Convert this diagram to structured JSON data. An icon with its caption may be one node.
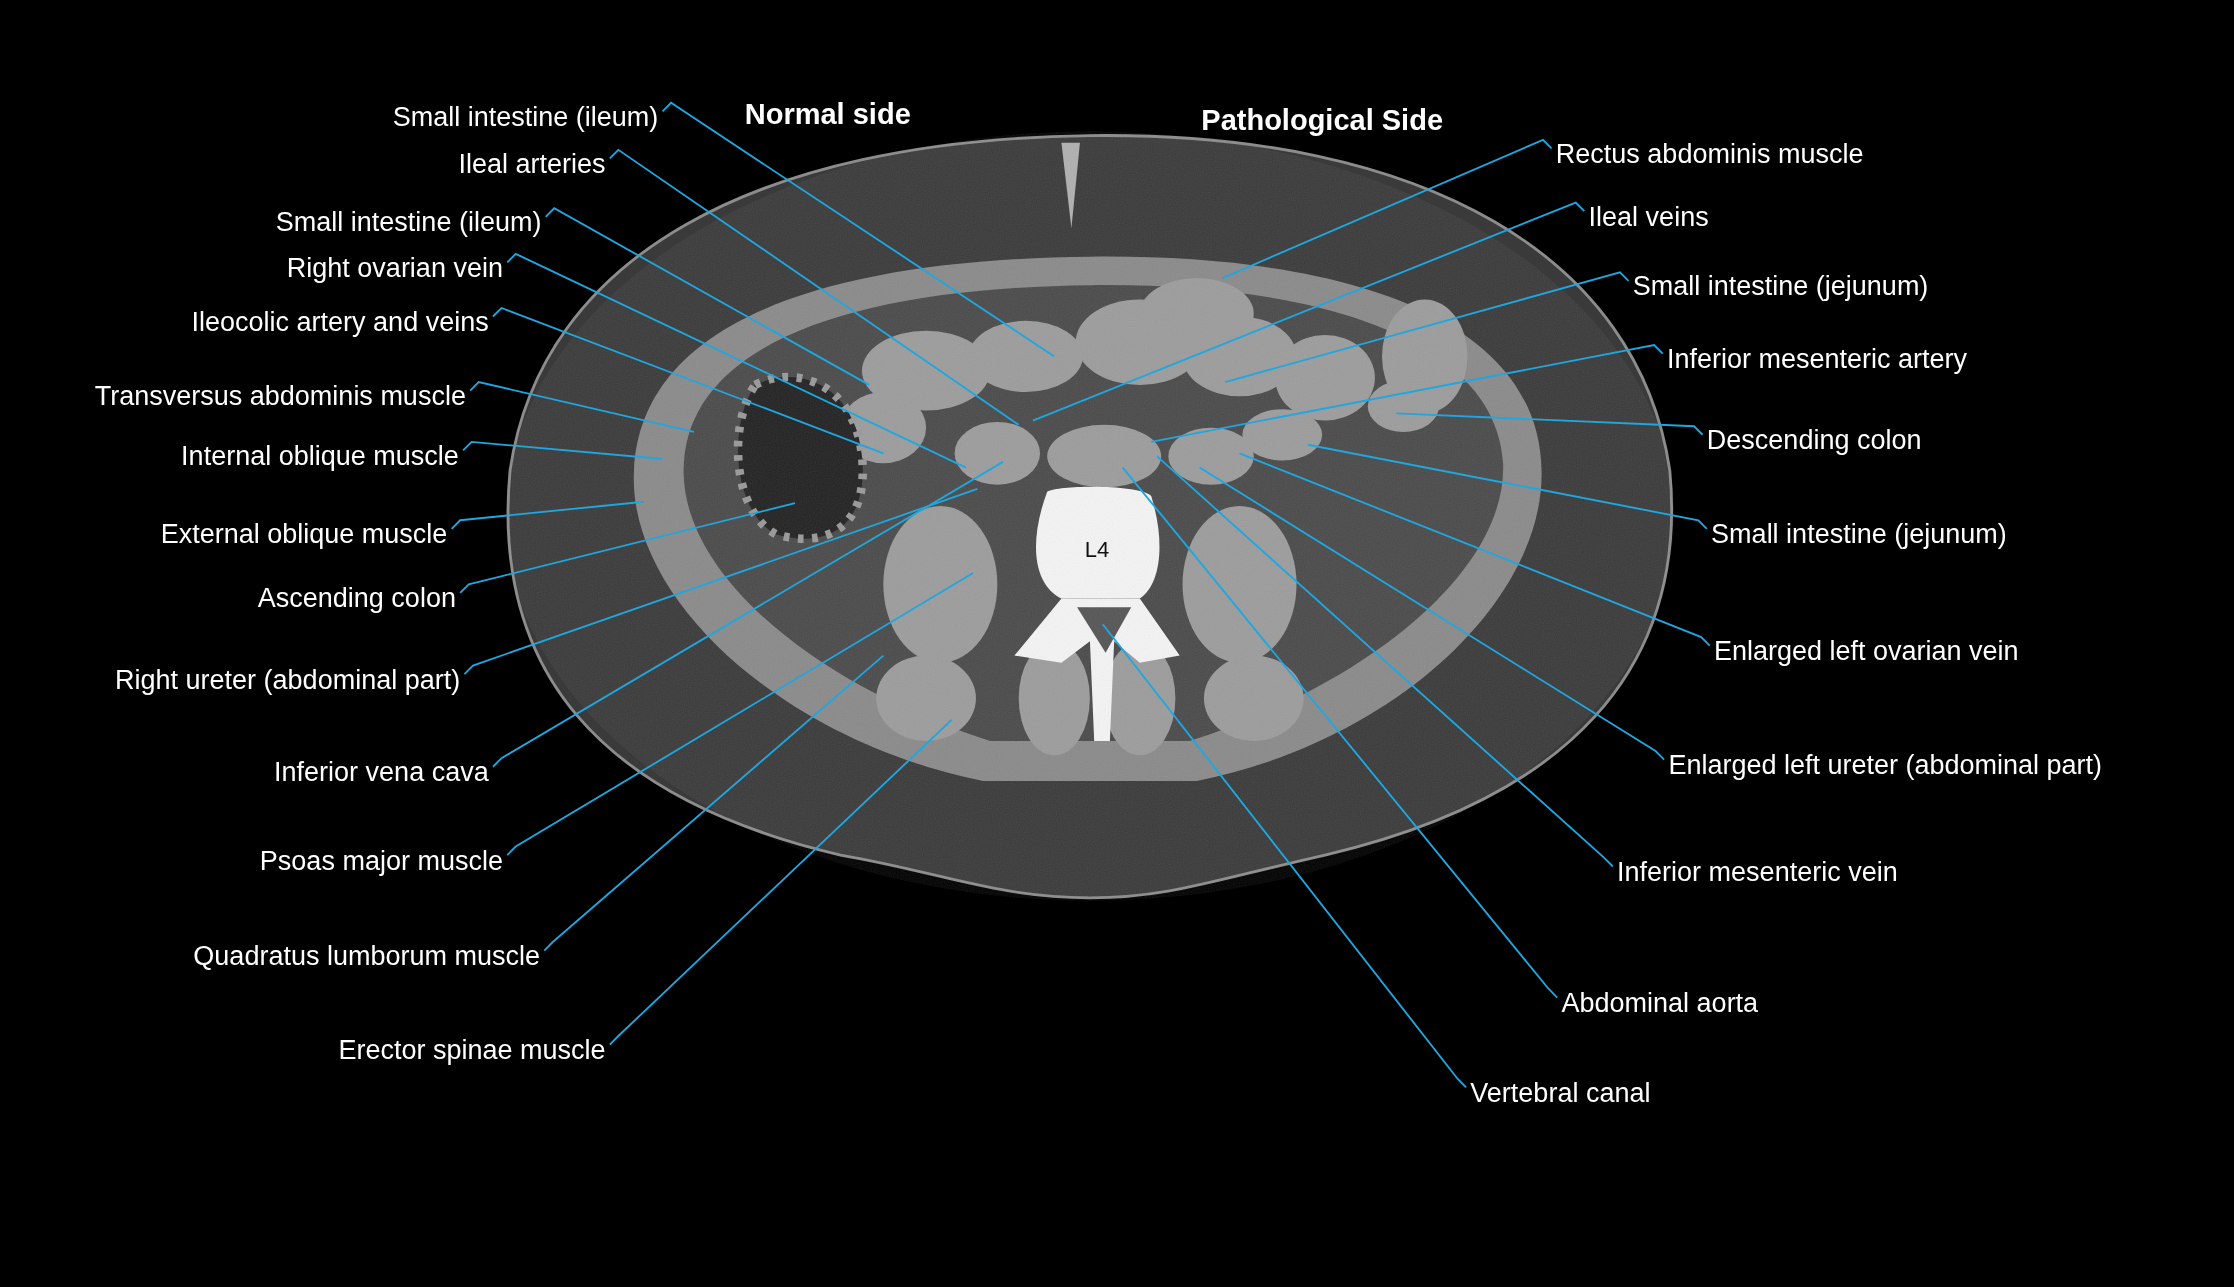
{
  "diagram": {
    "nodes": [
      {
        "text": [
          "Small intestine (ileum)"
        ]
      },
      {
        "text": [
          "Ileal arteries"
        ]
      },
      {
        "text": [
          "Small intestine (ileum)"
        ]
      },
      {
        "text": [
          "Right ovarian vein"
        ]
      },
      {
        "text": [
          "Ileocolic artery and veins"
        ]
      },
      {
        "text": [
          "Transversus abdominis muscle"
        ]
      },
      {
        "text": [
          "Internal oblique muscle"
        ]
      },
      {
        "text": [
          "External oblique muscle"
        ]
      },
      {
        "text": [
          "Ascending colon"
        ]
      },
      {
        "text": [
          "Right ureter (abdominal part)"
        ]
      },
      {
        "text": [
          "Inferior vena cava"
        ]
      },
      {
        "text": [
          "Psoas major muscle"
        ]
      },
      {
        "text": [
          "Quadratus lumborum muscle"
        ]
      },
      {
        "text": [
          "Erector spinae muscle"
        ]
      },
      {
        "text": [
          "Rectus abdominis muscle"
        ]
      },
      {
        "text": [
          "Ileal veins"
        ]
      },
      {
        "text": [
          "Small intestine (jejunum)"
        ]
      },
      {
        "text": [
          "Inferior mesenteric artery"
        ]
      },
      {
        "text": [
          "Descending colon"
        ]
      },
      {
        "text": [
          "Small intestine (jejunum)"
        ]
      },
      {
        "text": [
          "Enlarged left ovarian vein"
        ]
      },
      {
        "text": [
          "Enlarged left ureter (abdominal part)"
        ]
      },
      {
        "text": [
          "Inferior mesenteric vein"
        ]
      },
      {
        "text": [
          "Abdominal aorta"
        ]
      },
      {
        "text": [
          "Vertebral canal"
        ]
      }
    ],
    "edges": [
      {
        "from": 0,
        "to": null,
        "arrow": "none"
      },
      {
        "from": 1,
        "to": null,
        "arrow": "none"
      },
      {
        "from": 2,
        "to": null,
        "arrow": "none"
      },
      {
        "from": 3,
        "to": null,
        "arrow": "none"
      },
      {
        "from": 4,
        "to": null,
        "arrow": "none"
      },
      {
        "from": 5,
        "to": null,
        "arrow": "none"
      },
      {
        "from": 6,
        "to": null,
        "arrow": "none"
      },
      {
        "from": 7,
        "to": null,
        "arrow": "none"
      },
      {
        "from": 8,
        "to": null,
        "arrow": "none"
      },
      {
        "from": 9,
        "to": null,
        "arrow": "none"
      },
      {
        "from": 10,
        "to": null,
        "arrow": "none"
      },
      {
        "from": 11,
        "to": null,
        "arrow": "none"
      },
      {
        "from": 12,
        "to": null,
        "arrow": "none"
      },
      {
        "from": 13,
        "to": null,
        "arrow": "none"
      },
      {
        "from": 14,
        "to": null,
        "arrow": "none"
      },
      {
        "from": 15,
        "to": null,
        "arrow": "none"
      },
      {
        "from": 16,
        "to": null,
        "arrow": "none"
      },
      {
        "from": 17,
        "to": null,
        "arrow": "none"
      },
      {
        "from": 18,
        "to": null,
        "arrow": "none"
      },
      {
        "from": 19,
        "to": null,
        "arrow": "none"
      },
      {
        "from": 20,
        "to": null,
        "arrow": "none"
      },
      {
        "from": 21,
        "to": null,
        "arrow": "none"
      },
      {
        "from": 22,
        "to": null,
        "arrow": "none"
      },
      {
        "from": 23,
        "to": null,
        "arrow": "none"
      },
      {
        "from": 24,
        "to": null,
        "arrow": "none"
      }
    ],
    "labels": [
      "Normal side",
      "Pathological Side",
      "L4"
    ]
  }
}
